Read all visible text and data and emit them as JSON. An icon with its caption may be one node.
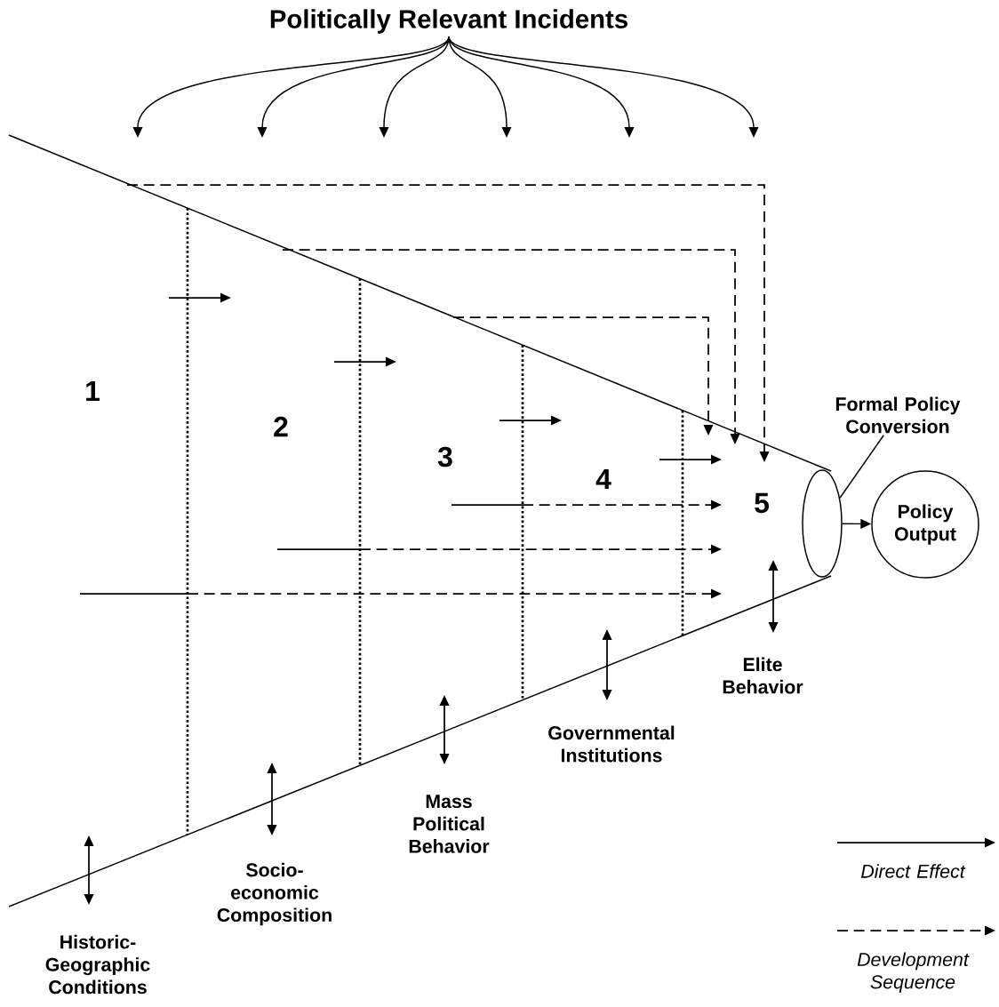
{
  "diagram": {
    "nodes": [
      {
        "text": [
          "Politically Relevant Incidents"
        ]
      },
      {
        "text": [
          "Formal Policy Conversion"
        ]
      },
      {
        "text": [],
        "shape": "ellipse"
      },
      {
        "text": [
          "Policy Output"
        ]
      }
    ],
    "edges": [
      {
        "from": 0,
        "to": null,
        "arrow": "to"
      },
      {
        "from": 0,
        "to": null,
        "arrow": "to"
      },
      {
        "from": 0,
        "to": null,
        "arrow": "to"
      },
      {
        "from": 0,
        "to": null,
        "arrow": "to"
      },
      {
        "from": 0,
        "to": null,
        "arrow": "to"
      },
      {
        "from": 0,
        "to": null,
        "arrow": "to"
      },
      {
        "from": 1,
        "to": 2,
        "arrow": "none"
      },
      {
        "from": 2,
        "to": 3,
        "arrow": "to"
      }
    ],
    "labels": [
      "1",
      "2",
      "3",
      "4",
      "5",
      "Elite Behavior",
      "Governmental Institutions",
      "Mass Political Behavior",
      "Socio-economic Composition",
      "Historic-Geographic Conditions"
    ],
    "legend": [
      {
        "text": "Direct Effect"
      },
      {
        "text": "Development Sequence"
      }
    ]
  }
}
